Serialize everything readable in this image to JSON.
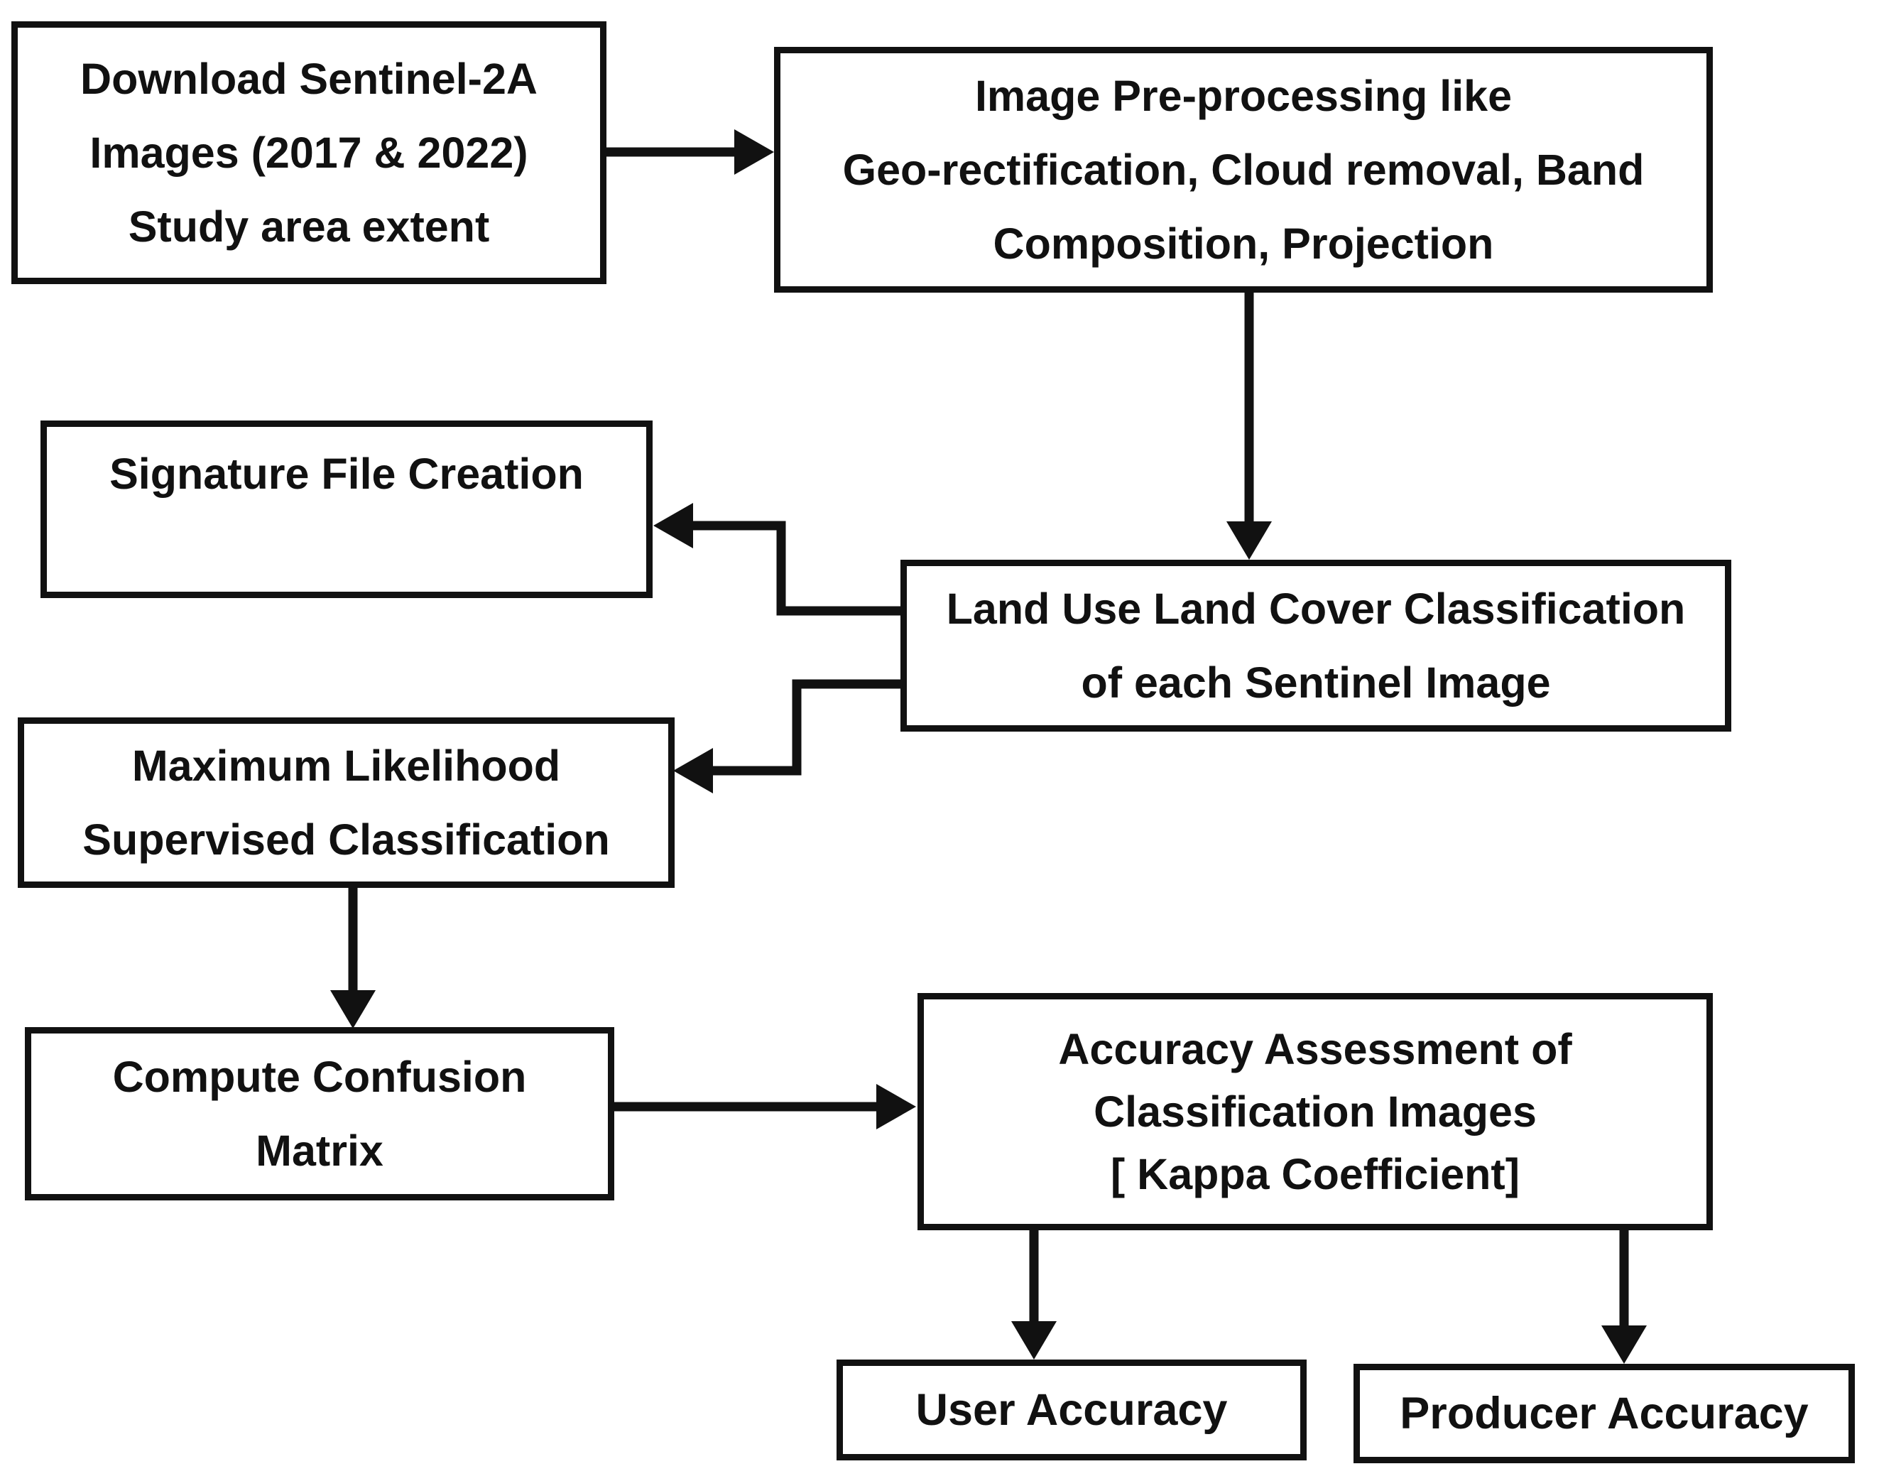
{
  "diagram": {
    "type": "flowchart",
    "colors": {
      "ink": "#111111",
      "background": "#ffffff"
    },
    "nodes": {
      "download": {
        "lines": [
          "Download Sentinel-2A",
          "Images (2017 & 2022)",
          "Study area extent"
        ]
      },
      "preprocessing": {
        "lines": [
          "Image Pre-processing like",
          "Geo-rectification, Cloud removal, Band",
          "Composition, Projection"
        ]
      },
      "signature": {
        "lines": [
          "Signature File Creation"
        ]
      },
      "lulc": {
        "lines": [
          "Land Use Land Cover Classification",
          "of each Sentinel Image"
        ]
      },
      "mlc": {
        "lines": [
          "Maximum Likelihood",
          "Supervised Classification"
        ]
      },
      "confusion": {
        "lines": [
          "Compute Confusion",
          "Matrix"
        ]
      },
      "accuracy": {
        "lines": [
          "Accuracy Assessment of",
          "Classification Images",
          "[ Kappa Coefficient]"
        ]
      },
      "user_accuracy": {
        "lines": [
          "User Accuracy"
        ]
      },
      "producer_accuracy": {
        "lines": [
          "Producer Accuracy"
        ]
      }
    },
    "edges": [
      {
        "from": "download",
        "to": "preprocessing"
      },
      {
        "from": "preprocessing",
        "to": "lulc"
      },
      {
        "from": "lulc",
        "to": "signature"
      },
      {
        "from": "lulc",
        "to": "mlc"
      },
      {
        "from": "mlc",
        "to": "confusion"
      },
      {
        "from": "confusion",
        "to": "accuracy"
      },
      {
        "from": "accuracy",
        "to": "user_accuracy"
      },
      {
        "from": "accuracy",
        "to": "producer_accuracy"
      }
    ]
  }
}
